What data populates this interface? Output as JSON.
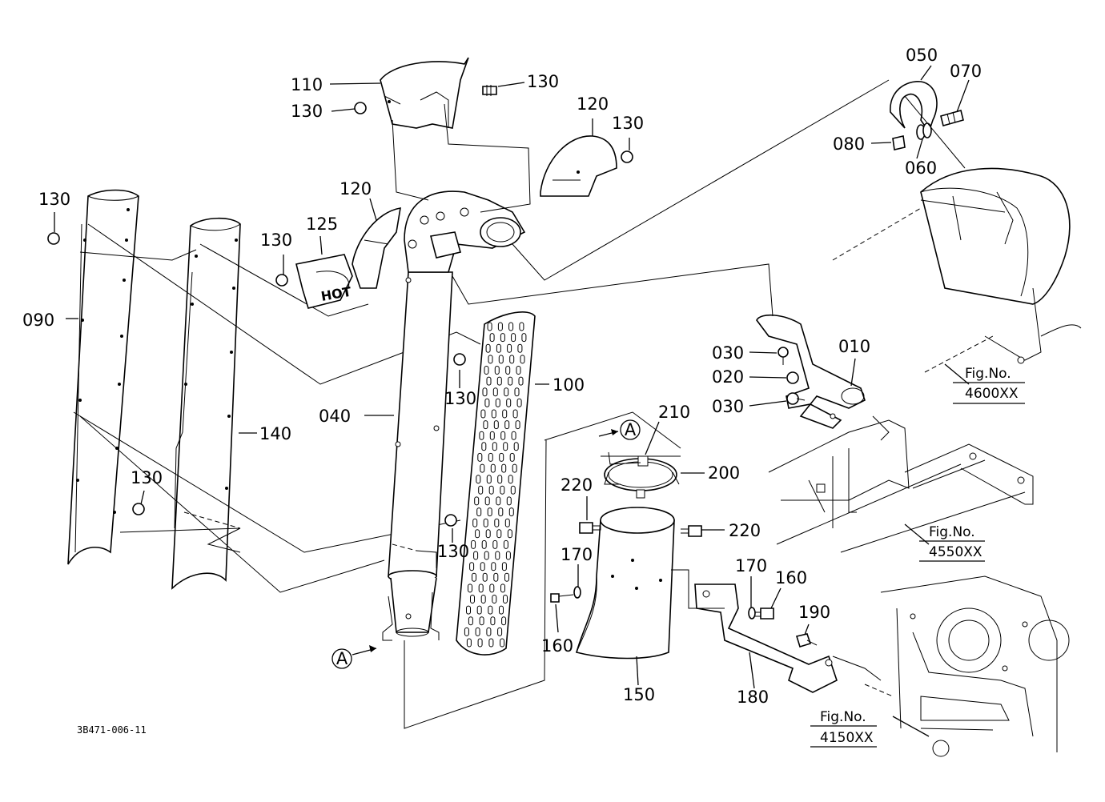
{
  "document_id": "3B471-006-11",
  "hot_label": "HOT",
  "callouts": {
    "p010": "010",
    "p020": "020",
    "p030a": "030",
    "p030b": "030",
    "p040": "040",
    "p050": "050",
    "p060": "060",
    "p070": "070",
    "p080": "080",
    "p090": "090",
    "p100": "100",
    "p110": "110",
    "p120a": "120",
    "p120b": "120",
    "p125": "125",
    "p130a": "130",
    "p130b": "130",
    "p130c": "130",
    "p130d": "130",
    "p130e": "130",
    "p130f": "130",
    "p130g": "130",
    "p130h": "130",
    "p140": "140",
    "p150": "150",
    "p160a": "160",
    "p160b": "160",
    "p170a": "170",
    "p170b": "170",
    "p180": "180",
    "p190": "190",
    "p200": "200",
    "p210": "210",
    "p220a": "220",
    "p220b": "220"
  },
  "view_markers": {
    "a_top": "A",
    "a_bottom": "A"
  },
  "figure_refs": [
    {
      "title": "Fig.No.",
      "number": "4600XX"
    },
    {
      "title": "Fig.No.",
      "number": "4550XX"
    },
    {
      "title": "Fig.No.",
      "number": "4150XX"
    }
  ]
}
